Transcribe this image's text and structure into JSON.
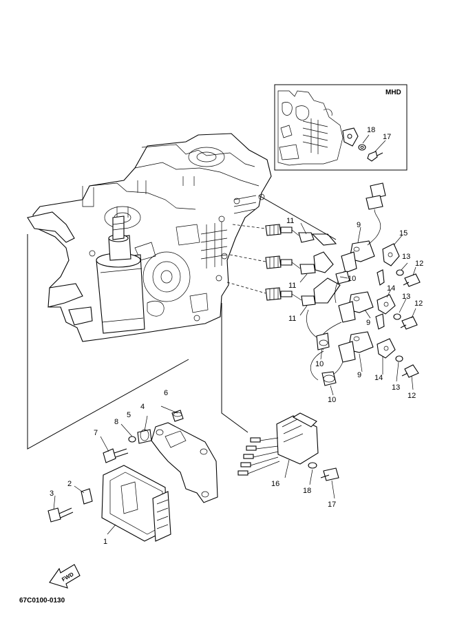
{
  "diagram": {
    "code": "67C0100-0130",
    "inset_title": "MHD",
    "fwd_label": "FWD",
    "parts": [
      {
        "id": "1",
        "label": "1"
      },
      {
        "id": "2",
        "label": "2"
      },
      {
        "id": "3",
        "label": "3"
      },
      {
        "id": "4",
        "label": "4"
      },
      {
        "id": "5",
        "label": "5"
      },
      {
        "id": "6",
        "label": "6"
      },
      {
        "id": "7",
        "label": "7"
      },
      {
        "id": "8",
        "label": "8"
      },
      {
        "id": "9a",
        "label": "9"
      },
      {
        "id": "9b",
        "label": "9"
      },
      {
        "id": "9c",
        "label": "9"
      },
      {
        "id": "10a",
        "label": "10"
      },
      {
        "id": "10b",
        "label": "10"
      },
      {
        "id": "10c",
        "label": "10"
      },
      {
        "id": "11a",
        "label": "11"
      },
      {
        "id": "11b",
        "label": "11"
      },
      {
        "id": "11c",
        "label": "11"
      },
      {
        "id": "12a",
        "label": "12"
      },
      {
        "id": "12b",
        "label": "12"
      },
      {
        "id": "12c",
        "label": "12"
      },
      {
        "id": "13a",
        "label": "13"
      },
      {
        "id": "13b",
        "label": "13"
      },
      {
        "id": "13c",
        "label": "13"
      },
      {
        "id": "14a",
        "label": "14"
      },
      {
        "id": "14b",
        "label": "14"
      },
      {
        "id": "15",
        "label": "15"
      },
      {
        "id": "16",
        "label": "16"
      },
      {
        "id": "17a",
        "label": "17"
      },
      {
        "id": "17b",
        "label": "17"
      },
      {
        "id": "18a",
        "label": "18"
      },
      {
        "id": "18b",
        "label": "18"
      }
    ]
  }
}
